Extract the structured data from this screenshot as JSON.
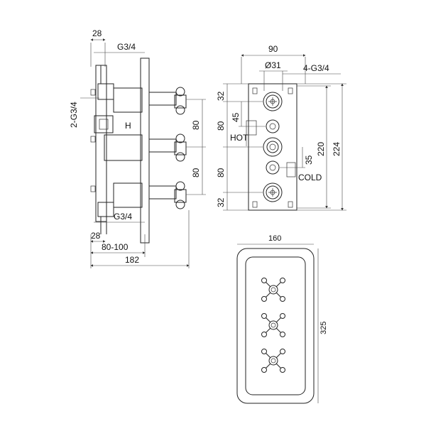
{
  "side_view": {
    "dim_28_top": "28",
    "dim_g34_top": "G3/4",
    "dim_2g34": "2-G3/4",
    "dim_80_upper": "80",
    "dim_80_lower": "80",
    "label_h": "H",
    "dim_g34_bottom": "G3/4",
    "dim_28_bottom": "28",
    "dim_80_100": "80-100",
    "dim_182": "182"
  },
  "front_valve": {
    "dim_90": "90",
    "dim_dia31": "Ø31",
    "dim_4g34": "4-G3/4",
    "dim_32_top": "32",
    "dim_45": "45",
    "dim_80_upper": "80",
    "label_hot": "HOT",
    "dim_80_lower": "80",
    "dim_35": "35",
    "label_cold": "COLD",
    "dim_220": "220",
    "dim_224": "224",
    "dim_32_bottom": "32"
  },
  "faceplate": {
    "dim_160": "160",
    "dim_325": "325"
  }
}
